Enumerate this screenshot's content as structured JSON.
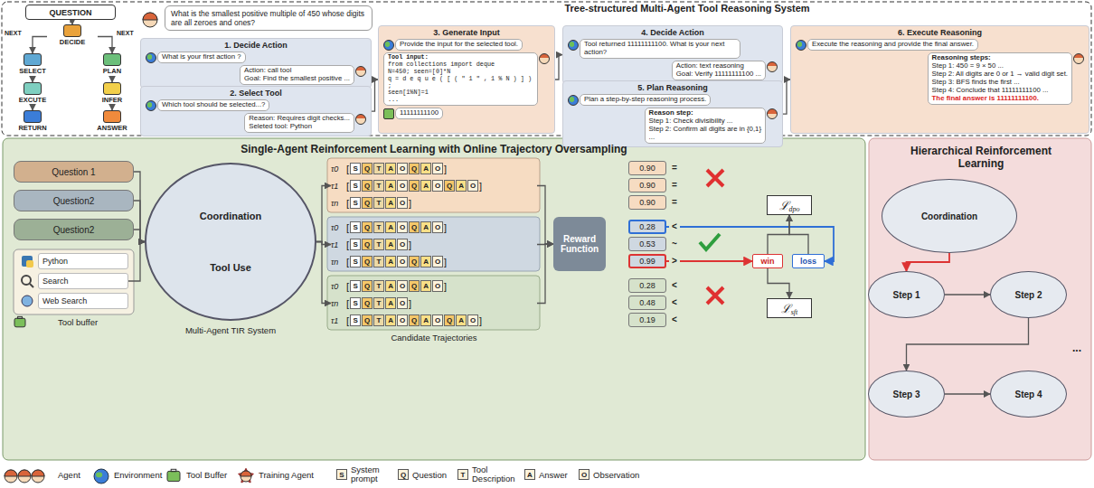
{
  "diagram": {
    "nodes": [
      {
        "text": [
          "QUESTION"
        ]
      },
      {
        "text": [
          "DECIDE"
        ]
      },
      {
        "text": [
          "SELECT"
        ]
      },
      {
        "text": [
          "PLAN"
        ]
      },
      {
        "text": [
          "EXCUTE"
        ]
      },
      {
        "text": [
          "INFER"
        ]
      },
      {
        "text": [
          "RETURN"
        ]
      },
      {
        "text": [
          "ANSWER"
        ]
      },
      {
        "text": [
          "What is the smallest positive multiple of 450 whose digits are all zeroes and ones?"
        ]
      },
      {
        "text": [
          "1. Decide Action"
        ]
      },
      {
        "text": [
          "What is your first action ?"
        ],
        "in": 9
      },
      {
        "text": [
          "Action: call tool",
          "Goal: Find the smallest positive ..."
        ],
        "in": 9
      },
      {
        "text": [
          "2. Select Tool"
        ]
      },
      {
        "text": [
          "Which tool should be selected...?"
        ],
        "in": 12
      },
      {
        "text": [
          "Reason: Requires digit checks...",
          "Seleted tool: Python"
        ],
        "in": 12
      },
      {
        "text": [
          "3. Generate Input"
        ]
      },
      {
        "text": [
          "Provide the input for the selected tool."
        ],
        "in": 15
      },
      {
        "text": [
          "Tool input:",
          "from collections import deque",
          "N=450; seen=[0]*N",
          "q = d e q u e ( [ ( \" 1 \" , 1 % N ) ] ) ;",
          "seen[1%N]=1",
          "..."
        ],
        "in": 15
      },
      {
        "text": [
          "11111111100"
        ],
        "in": 15
      },
      {
        "text": [
          "4. Decide Action"
        ]
      },
      {
        "text": [
          "Tool returned 11111111100. What is your next action?"
        ],
        "in": 19
      },
      {
        "text": [
          "Action: text reasoning",
          "Goal: Verify 11111111100 ..."
        ],
        "in": 19
      },
      {
        "text": [
          "5. Plan Reasoning"
        ]
      },
      {
        "text": [
          "Plan a step-by-step reasoning process."
        ],
        "in": 22
      },
      {
        "text": [
          "Reason step:",
          "Step 1: Check divisibility ...",
          "Step 2: Confirm all digits are in {0,1}",
          "..."
        ],
        "in": 22
      },
      {
        "text": [
          "6. Execute Reasoning"
        ]
      },
      {
        "text": [
          "Execute the reasoning and provide the final answer."
        ],
        "in": 25
      },
      {
        "text": [
          "Reasoning steps:",
          "Step 1: 450 = 9 × 50 ...",
          "Step 2: All digits are 0 or 1 → valid digit set.",
          "Step 3: BFS finds the first ...",
          "Step 4: Conclude that 11111111100 ...",
          "The final answer is 11111111100."
        ],
        "in": 25
      },
      {
        "text": [
          "Question 1"
        ]
      },
      {
        "text": [
          "Question2"
        ]
      },
      {
        "text": [
          "Question2"
        ]
      },
      {
        "text": [
          "Python"
        ]
      },
      {
        "text": [
          "Search"
        ]
      },
      {
        "text": [
          "Web Search"
        ]
      },
      {
        "text": [
          "Coordination",
          "Tool Use"
        ]
      },
      {
        "text": [
          "τ0",
          "[",
          "]"
        ]
      },
      {
        "text": [
          "S"
        ],
        "in": 35
      },
      {
        "text": [
          "Q"
        ],
        "in": 35
      },
      {
        "text": [
          "T"
        ],
        "in": 35
      },
      {
        "text": [
          "A"
        ],
        "in": 35
      },
      {
        "text": [
          "O"
        ],
        "in": 35
      },
      {
        "text": [
          "Q"
        ],
        "in": 35
      },
      {
        "text": [
          "A"
        ],
        "in": 35
      },
      {
        "text": [
          "O"
        ],
        "in": 35
      },
      {
        "text": [
          "τ1",
          "[",
          "]"
        ]
      },
      {
        "text": [
          "S"
        ],
        "in": 44
      },
      {
        "text": [
          "Q"
        ],
        "in": 44
      },
      {
        "text": [
          "T"
        ],
        "in": 44
      },
      {
        "text": [
          "A"
        ],
        "in": 44
      },
      {
        "text": [
          "O"
        ],
        "in": 44
      },
      {
        "text": [
          "Q"
        ],
        "in": 44
      },
      {
        "text": [
          "A"
        ],
        "in": 44
      },
      {
        "text": [
          "O"
        ],
        "in": 44
      },
      {
        "text": [
          "Q"
        ],
        "in": 44
      },
      {
        "text": [
          "A"
        ],
        "in": 44
      },
      {
        "text": [
          "O"
        ],
        "in": 44
      },
      {
        "text": [
          "τn",
          "[",
          "]"
        ]
      },
      {
        "text": [
          "S"
        ],
        "in": 56
      },
      {
        "text": [
          "Q"
        ],
        "in": 56
      },
      {
        "text": [
          "T"
        ],
        "in": 56
      },
      {
        "text": [
          "A"
        ],
        "in": 56
      },
      {
        "text": [
          "O"
        ],
        "in": 56
      },
      {
        "text": [
          "τ0",
          "[",
          "]"
        ]
      },
      {
        "text": [
          "S"
        ],
        "in": 62
      },
      {
        "text": [
          "Q"
        ],
        "in": 62
      },
      {
        "text": [
          "T"
        ],
        "in": 62
      },
      {
        "text": [
          "A"
        ],
        "in": 62
      },
      {
        "text": [
          "O"
        ],
        "in": 62
      },
      {
        "text": [
          "Q"
        ],
        "in": 62
      },
      {
        "text": [
          "A"
        ],
        "in": 62
      },
      {
        "text": [
          "O"
        ],
        "in": 62
      },
      {
        "text": [
          "τ1",
          "[",
          "]"
        ]
      },
      {
        "text": [
          "S"
        ],
        "in": 71
      },
      {
        "text": [
          "Q"
        ],
        "in": 71
      },
      {
        "text": [
          "T"
        ],
        "in": 71
      },
      {
        "text": [
          "A"
        ],
        "in": 71
      },
      {
        "text": [
          "O"
        ],
        "in": 71
      },
      {
        "text": [
          "τn",
          "[",
          "]"
        ]
      },
      {
        "text": [
          "S"
        ],
        "in": 77
      },
      {
        "text": [
          "Q"
        ],
        "in": 77
      },
      {
        "text": [
          "T"
        ],
        "in": 77
      },
      {
        "text": [
          "A"
        ],
        "in": 77
      },
      {
        "text": [
          "O"
        ],
        "in": 77
      },
      {
        "text": [
          "Q"
        ],
        "in": 77
      },
      {
        "text": [
          "A"
        ],
        "in": 77
      },
      {
        "text": [
          "O"
        ],
        "in": 77
      },
      {
        "text": [
          "τ0",
          "[",
          "]"
        ]
      },
      {
        "text": [
          "S"
        ],
        "in": 86
      },
      {
        "text": [
          "Q"
        ],
        "in": 86
      },
      {
        "text": [
          "T"
        ],
        "in": 86
      },
      {
        "text": [
          "A"
        ],
        "in": 86
      },
      {
        "text": [
          "O"
        ],
        "in": 86
      },
      {
        "text": [
          "Q"
        ],
        "in": 86
      },
      {
        "text": [
          "A"
        ],
        "in": 86
      },
      {
        "text": [
          "O"
        ],
        "in": 86
      },
      {
        "text": [
          "τn",
          "[",
          "]"
        ]
      },
      {
        "text": [
          "S"
        ],
        "in": 95
      },
      {
        "text": [
          "Q"
        ],
        "in": 95
      },
      {
        "text": [
          "T"
        ],
        "in": 95
      },
      {
        "text": [
          "A"
        ],
        "in": 95
      },
      {
        "text": [
          "O"
        ],
        "in": 95
      },
      {
        "text": [
          "τ1",
          "[",
          "]"
        ]
      },
      {
        "text": [
          "S"
        ],
        "in": 101
      },
      {
        "text": [
          "Q"
        ],
        "in": 101
      },
      {
        "text": [
          "T"
        ],
        "in": 101
      },
      {
        "text": [
          "A"
        ],
        "in": 101
      },
      {
        "text": [
          "O"
        ],
        "in": 101
      },
      {
        "text": [
          "Q"
        ],
        "in": 101
      },
      {
        "text": [
          "A"
        ],
        "in": 101
      },
      {
        "text": [
          "O"
        ],
        "in": 101
      },
      {
        "text": [
          "Q"
        ],
        "in": 101
      },
      {
        "text": [
          "A"
        ],
        "in": 101
      },
      {
        "text": [
          "O"
        ],
        "in": 101
      },
      {
        "text": [
          "Reward Function"
        ]
      },
      {
        "text": [
          "0.90"
        ]
      },
      {
        "text": [
          "0.90"
        ]
      },
      {
        "text": [
          "0.90"
        ]
      },
      {
        "text": [
          "0.28"
        ]
      },
      {
        "text": [
          "0.53"
        ]
      },
      {
        "text": [
          "0.99"
        ]
      },
      {
        "text": [
          "0.28"
        ]
      },
      {
        "text": [
          "0.48"
        ]
      },
      {
        "text": [
          "0.19"
        ]
      },
      {
        "text": [
          "win"
        ]
      },
      {
        "text": [
          "loss"
        ]
      },
      {
        "text": [
          "ℒ",
          "dpo"
        ]
      },
      {
        "text": [
          "ℒ",
          "sft"
        ]
      },
      {
        "text": [
          "Coordination"
        ]
      },
      {
        "text": [
          "Step 1"
        ]
      },
      {
        "text": [
          "Step 2"
        ]
      },
      {
        "text": [
          "Step 3"
        ]
      },
      {
        "text": [
          "Step 4"
        ]
      }
    ],
    "edges": [
      {
        "from": 0,
        "to": 1,
        "arrow": "to"
      },
      {
        "from": 1,
        "to": 2,
        "label": "NEXT",
        "arrow": "to"
      },
      {
        "from": 1,
        "to": 3,
        "label": "NEXT",
        "arrow": "to"
      },
      {
        "from": 2,
        "to": 4,
        "arrow": "to"
      },
      {
        "from": 4,
        "to": 6,
        "arrow": "to"
      },
      {
        "from": 3,
        "to": 5,
        "arrow": "to"
      },
      {
        "from": 5,
        "to": 7,
        "arrow": "to"
      },
      {
        "from": 12,
        "to": 15,
        "arrow": "to"
      },
      {
        "from": 15,
        "to": 19,
        "arrow": "to"
      },
      {
        "from": 22,
        "to": 25,
        "arrow": "to"
      },
      {
        "from": 28,
        "to": 34,
        "arrow": "to"
      },
      {
        "from": 29,
        "to": 34,
        "arrow": "to"
      },
      {
        "from": 30,
        "to": 34,
        "arrow": "to"
      },
      {
        "from": 32,
        "to": 34,
        "arrow": "to"
      },
      {
        "from": 34,
        "to": 44,
        "arrow": "to"
      },
      {
        "from": 34,
        "to": 71,
        "arrow": "to"
      },
      {
        "from": 34,
        "to": 95,
        "arrow": "to"
      },
      {
        "from": 44,
        "to": 113,
        "arrow": "to"
      },
      {
        "from": 71,
        "to": 113,
        "arrow": "to"
      },
      {
        "from": 95,
        "to": 113,
        "arrow": "to"
      },
      {
        "from": 119,
        "to": 123,
        "arrow": "to"
      },
      {
        "from": 117,
        "to": 124,
        "arrow": "to"
      },
      {
        "from": 123,
        "to": 125,
        "arrow": "to"
      },
      {
        "from": 124,
        "to": 125,
        "arrow": "to"
      },
      {
        "from": 123,
        "to": 126,
        "arrow": "to"
      },
      {
        "from": 127,
        "to": 128,
        "arrow": "to"
      },
      {
        "from": 128,
        "to": 129,
        "arrow": "to"
      },
      {
        "from": 129,
        "to": 130,
        "arrow": "to"
      },
      {
        "from": 130,
        "to": 131,
        "arrow": "to"
      }
    ],
    "labels": [
      "Tree-structured Multi-Agent Tool Reasoning System",
      "Single-Agent Reinforcement Learning with Online Trajectory Oversampling",
      "Hierarchical Reinforcement Learning",
      "Tool buffer",
      "Multi-Agent TIR System",
      "Candidate Trajectories",
      "=",
      "=",
      "=",
      "<",
      "~",
      ">",
      "<",
      "<",
      "<",
      "...",
      "S",
      "Q",
      "T",
      "A",
      "O"
    ],
    "legend": [
      {
        "text": "Agent"
      },
      {
        "text": "Environment"
      },
      {
        "text": "Tool Buffer"
      },
      {
        "text": "Training Agent"
      },
      {
        "text": "System prompt"
      },
      {
        "text": "Question"
      },
      {
        "text": "Tool Description"
      },
      {
        "text": "Answer"
      },
      {
        "text": "Observation"
      }
    ]
  }
}
